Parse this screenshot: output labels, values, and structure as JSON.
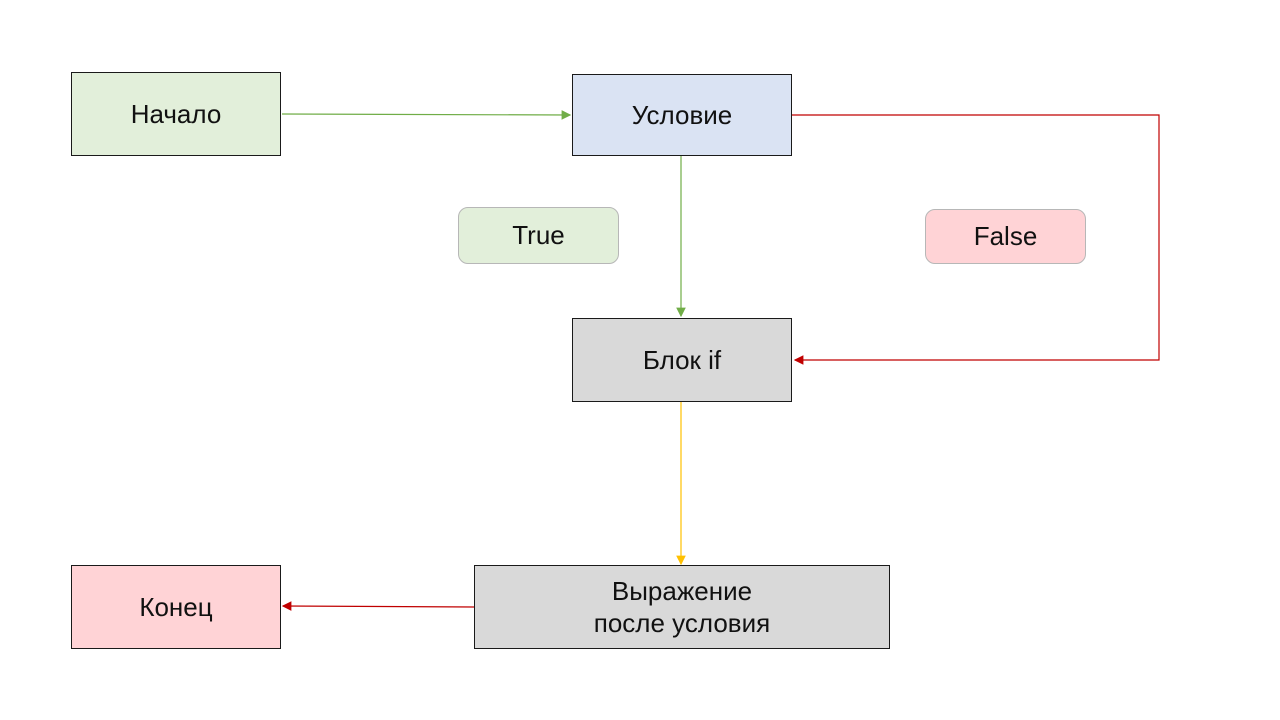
{
  "nodes": {
    "start": {
      "label": "Начало",
      "color": "#e2efda"
    },
    "condition": {
      "label": "Условие",
      "color": "#dae3f3"
    },
    "if_block": {
      "label": "Блок if",
      "color": "#d9d9d9"
    },
    "after": {
      "label": "Выражение\nпосле условия",
      "color": "#d9d9d9"
    },
    "end": {
      "label": "Конец",
      "color": "#ffd3d6"
    }
  },
  "branch_labels": {
    "true_label": {
      "label": "True",
      "color": "#e2efda"
    },
    "false_label": {
      "label": "False",
      "color": "#ffd3d6"
    }
  },
  "edge_colors": {
    "green": "#70ad47",
    "red": "#c00000",
    "yellow": "#ffc000"
  }
}
